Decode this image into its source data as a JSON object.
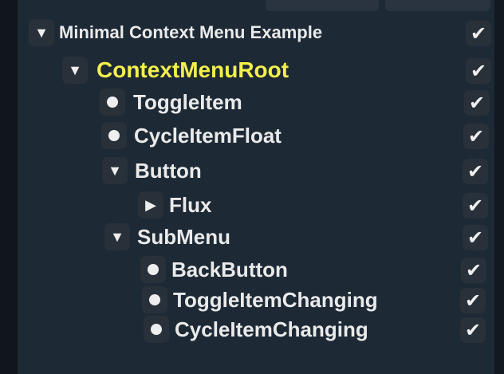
{
  "colors": {
    "panel": "#1d2935",
    "selected": "#f4f04a",
    "text": "#eaeaea"
  },
  "tree": [
    {
      "label": "Minimal Context Menu Example",
      "expander": "expanded",
      "enabled": true
    },
    {
      "label": "ContextMenuRoot",
      "expander": "expanded",
      "enabled": true,
      "selected": true
    },
    {
      "label": "ToggleItem",
      "expander": "leaf",
      "enabled": true
    },
    {
      "label": "CycleItemFloat",
      "expander": "leaf",
      "enabled": true
    },
    {
      "label": "Button",
      "expander": "expanded",
      "enabled": true
    },
    {
      "label": "Flux",
      "expander": "collapsed",
      "enabled": true
    },
    {
      "label": "SubMenu",
      "expander": "expanded",
      "enabled": true
    },
    {
      "label": "BackButton",
      "expander": "leaf",
      "enabled": true
    },
    {
      "label": "ToggleItemChanging",
      "expander": "leaf",
      "enabled": true
    },
    {
      "label": "CycleItemChanging",
      "expander": "leaf",
      "enabled": true
    }
  ]
}
